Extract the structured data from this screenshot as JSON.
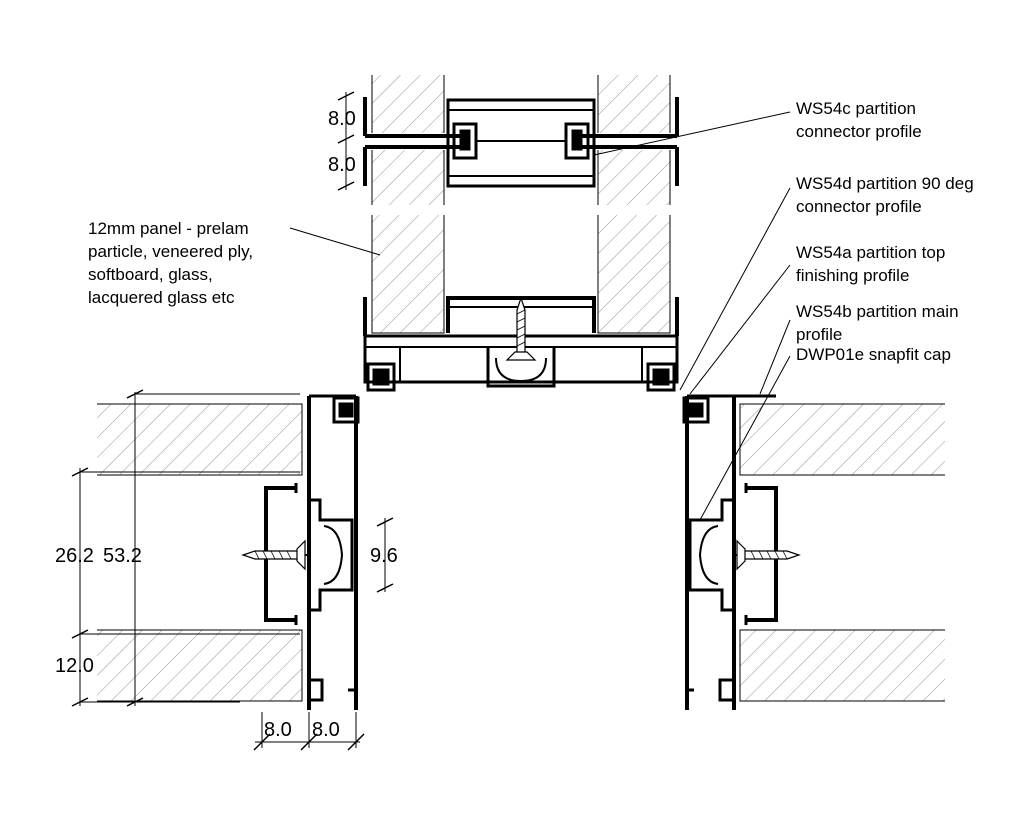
{
  "annotations": {
    "connector": [
      "WS54c partition",
      "connector profile"
    ],
    "connector90": [
      "WS54d partition 90 deg",
      "connector profile"
    ],
    "top_finishing": [
      "WS54a partition top",
      "finishing profile"
    ],
    "main_profile": [
      "WS54b partition main",
      "profile"
    ],
    "snapfit_cap": [
      "DWP01e snapfit cap"
    ],
    "panel": [
      "12mm panel - prelam",
      "particle, veneered ply,",
      "softboard, glass,",
      "lacquered glass etc"
    ]
  },
  "dimensions": {
    "top_upper": "8.0",
    "top_lower": "8.0",
    "d26": "26.2",
    "d53": "53.2",
    "d12": "12.0",
    "d96": "9.6",
    "bottom_left": "8.0",
    "bottom_right": "8.0"
  }
}
